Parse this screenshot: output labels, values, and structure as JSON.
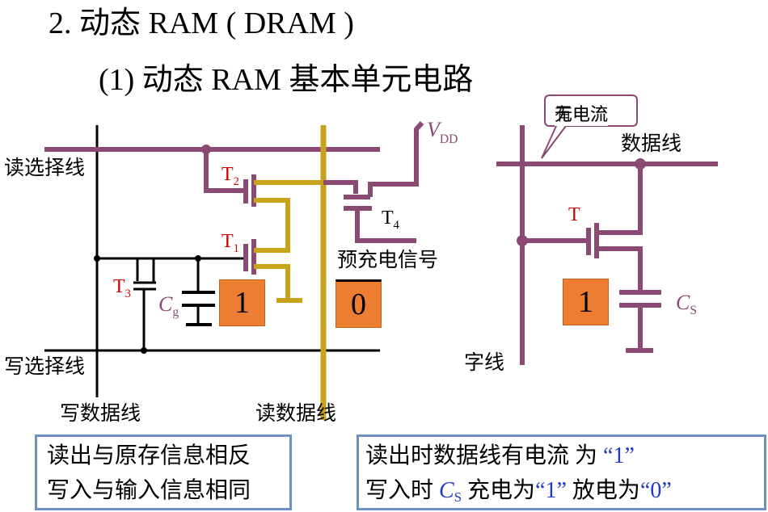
{
  "title": "2. 动态 RAM ( DRAM )",
  "subtitle": "(1)  动态 RAM 基本单元电路",
  "left_circuit": {
    "read_select_line": "读选择线",
    "write_select_line": "写选择线",
    "write_data_line": "写数据线",
    "read_data_line": "读数据线",
    "precharge_signal": "预充电信号",
    "vdd": "V",
    "vdd_sub": "DD",
    "t1": "T",
    "t1_sub": "1",
    "t2": "T",
    "t2_sub": "2",
    "t3": "T",
    "t3_sub": "3",
    "t4": "T",
    "t4_sub": "4",
    "cg": "C",
    "cg_sub": "g",
    "box_one": "1",
    "box_zero": "0"
  },
  "right_circuit": {
    "callout": "无电流",
    "callout_overlay": "有电流",
    "data_line": "数据线",
    "word_line": "字线",
    "t": "T",
    "cs": "C",
    "cs_sub": "S",
    "box_one": "1"
  },
  "notes_left": {
    "line1": "读出与原存信息相反",
    "line2": "写入与输入信息相同"
  },
  "notes_right": {
    "line1_a": "读出时数据线有电流 为",
    "line1_b": "“1”",
    "line2_a": "写入时",
    "line2_c": "C",
    "line2_c_sub": "S",
    "line2_b": "充电为",
    "line2_v1": "“1”",
    "line2_d": "放电为",
    "line2_v0": "“0”"
  },
  "colors": {
    "mauve": "#8b4a73",
    "gold": "#c8a21a",
    "orange": "#ed7d31",
    "red": "#cc0000",
    "box_border": "#6f91c1",
    "blue": "#1f3ac8"
  }
}
